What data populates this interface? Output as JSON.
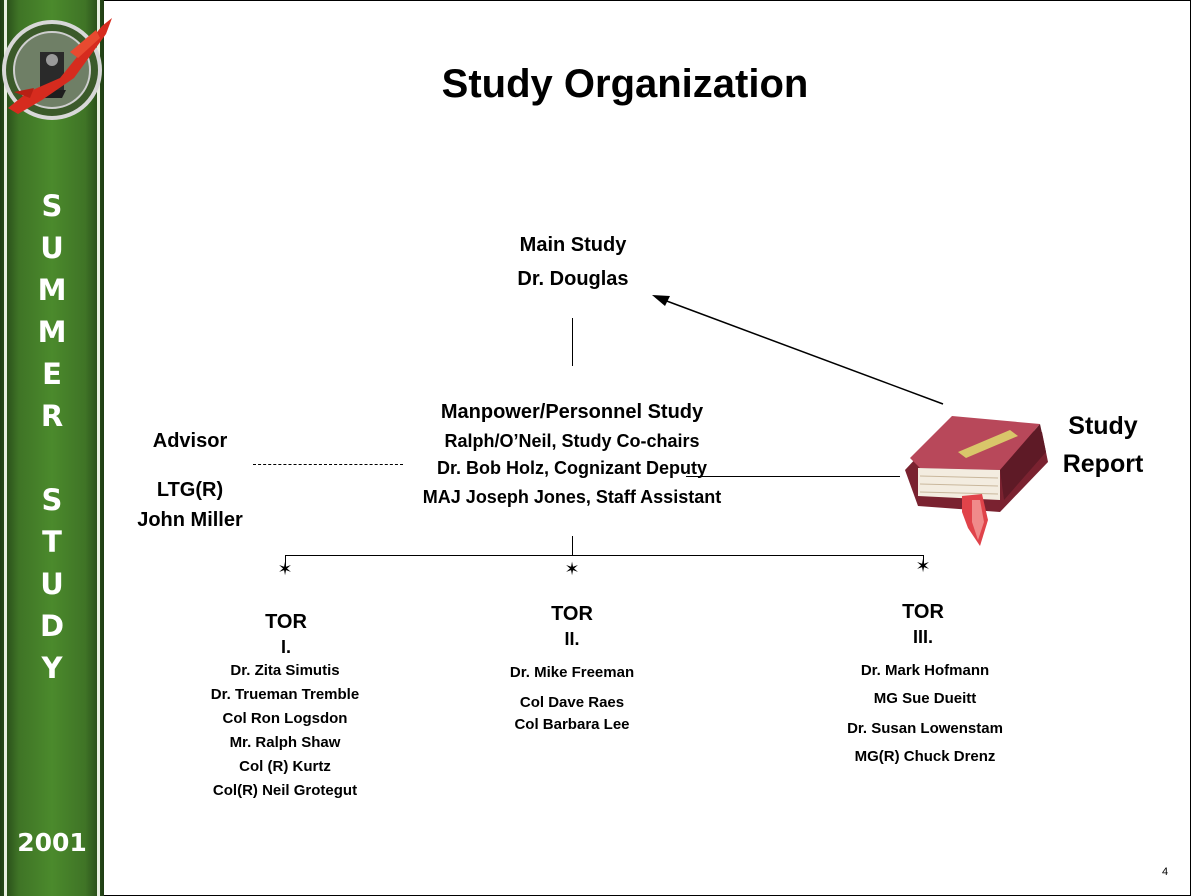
{
  "slide": {
    "title": "Study Organization",
    "page_number": "4"
  },
  "sidebar": {
    "letters": [
      "S",
      "U",
      "M",
      "M",
      "E",
      "R",
      "",
      "S",
      "T",
      "U",
      "D",
      "Y"
    ],
    "year": "2001",
    "color": "#4b8a2c",
    "logo_icon": "army-insignia-logo-icon"
  },
  "main_study": {
    "line1": "Main Study",
    "line2": "Dr. Douglas"
  },
  "manpower": {
    "title": "Manpower/Personnel Study",
    "lines": [
      "Ralph/O’Neil, Study Co-chairs",
      "Dr. Bob Holz, Cognizant Deputy",
      "MAJ Joseph Jones, Staff Assistant"
    ]
  },
  "advisor": {
    "label": "Advisor",
    "rank": "LTG(R)",
    "name": "John Miller"
  },
  "report": {
    "line1": "Study",
    "line2": "Report",
    "icon": "book-icon"
  },
  "tors": [
    {
      "label": "TOR",
      "numeral": "I.",
      "members": [
        "Dr. Zita Simutis",
        "Dr. Trueman Tremble",
        "Col Ron Logsdon",
        "Mr. Ralph Shaw",
        "Col (R) Kurtz",
        "Col(R) Neil Grotegut"
      ]
    },
    {
      "label": "TOR",
      "numeral": "II.",
      "members": [
        "Dr. Mike Freeman",
        "Col Dave Raes",
        "Col Barbara Lee"
      ]
    },
    {
      "label": "TOR",
      "numeral": "III.",
      "members": [
        "Dr. Mark Hofmann",
        "MG Sue Dueitt",
        "Dr. Susan Lowenstam",
        "MG(R) Chuck Drenz"
      ]
    }
  ]
}
